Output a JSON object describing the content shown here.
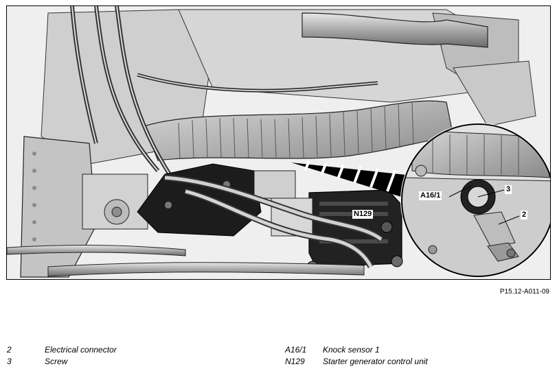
{
  "figure": {
    "id": "P15.12-A011-09",
    "callouts": {
      "n129": "N129",
      "a16_1": "A16/1",
      "c3": "3",
      "c2": "2"
    }
  },
  "legend": {
    "left": [
      {
        "key": "2",
        "label": "Electrical connector"
      },
      {
        "key": "3",
        "label": "Screw"
      }
    ],
    "right": [
      {
        "key": "A16/1",
        "label": "Knock sensor 1"
      },
      {
        "key": "N129",
        "label": "Starter generator control unit"
      }
    ]
  }
}
